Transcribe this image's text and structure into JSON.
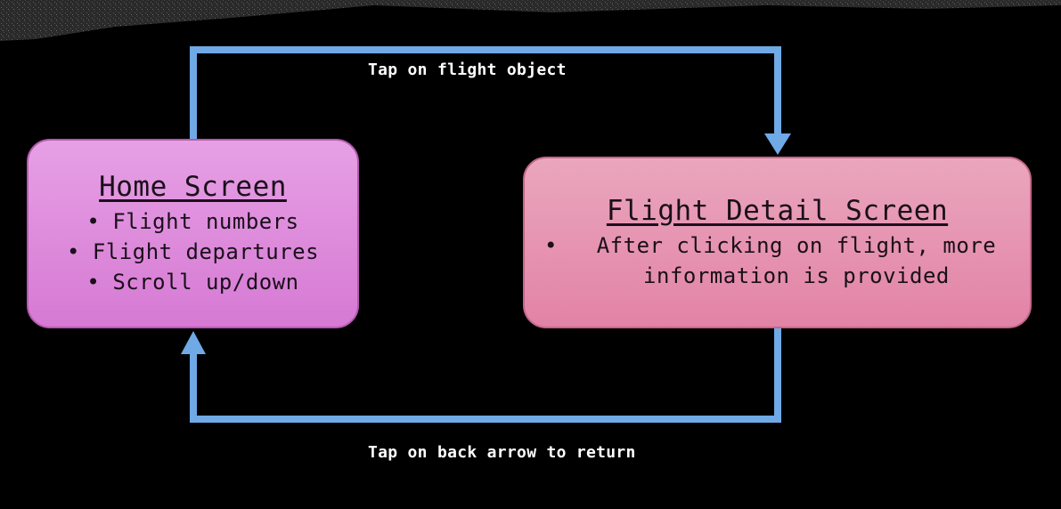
{
  "colors": {
    "connector": "#6fa9e6",
    "home_box": "#de8ddc",
    "detail_box": "#e796b2",
    "background": "#000000"
  },
  "home_screen": {
    "title": "Home Screen",
    "items": [
      "Flight numbers",
      "Flight departures",
      "Scroll up/down"
    ]
  },
  "flight_detail_screen": {
    "title": "Flight Detail Screen",
    "items": [
      "After clicking on flight, more information is provided"
    ]
  },
  "connectors": {
    "to_detail_label": "Tap on flight object",
    "to_home_label": "Tap on back arrow to return"
  },
  "bullet_glyph": "•"
}
